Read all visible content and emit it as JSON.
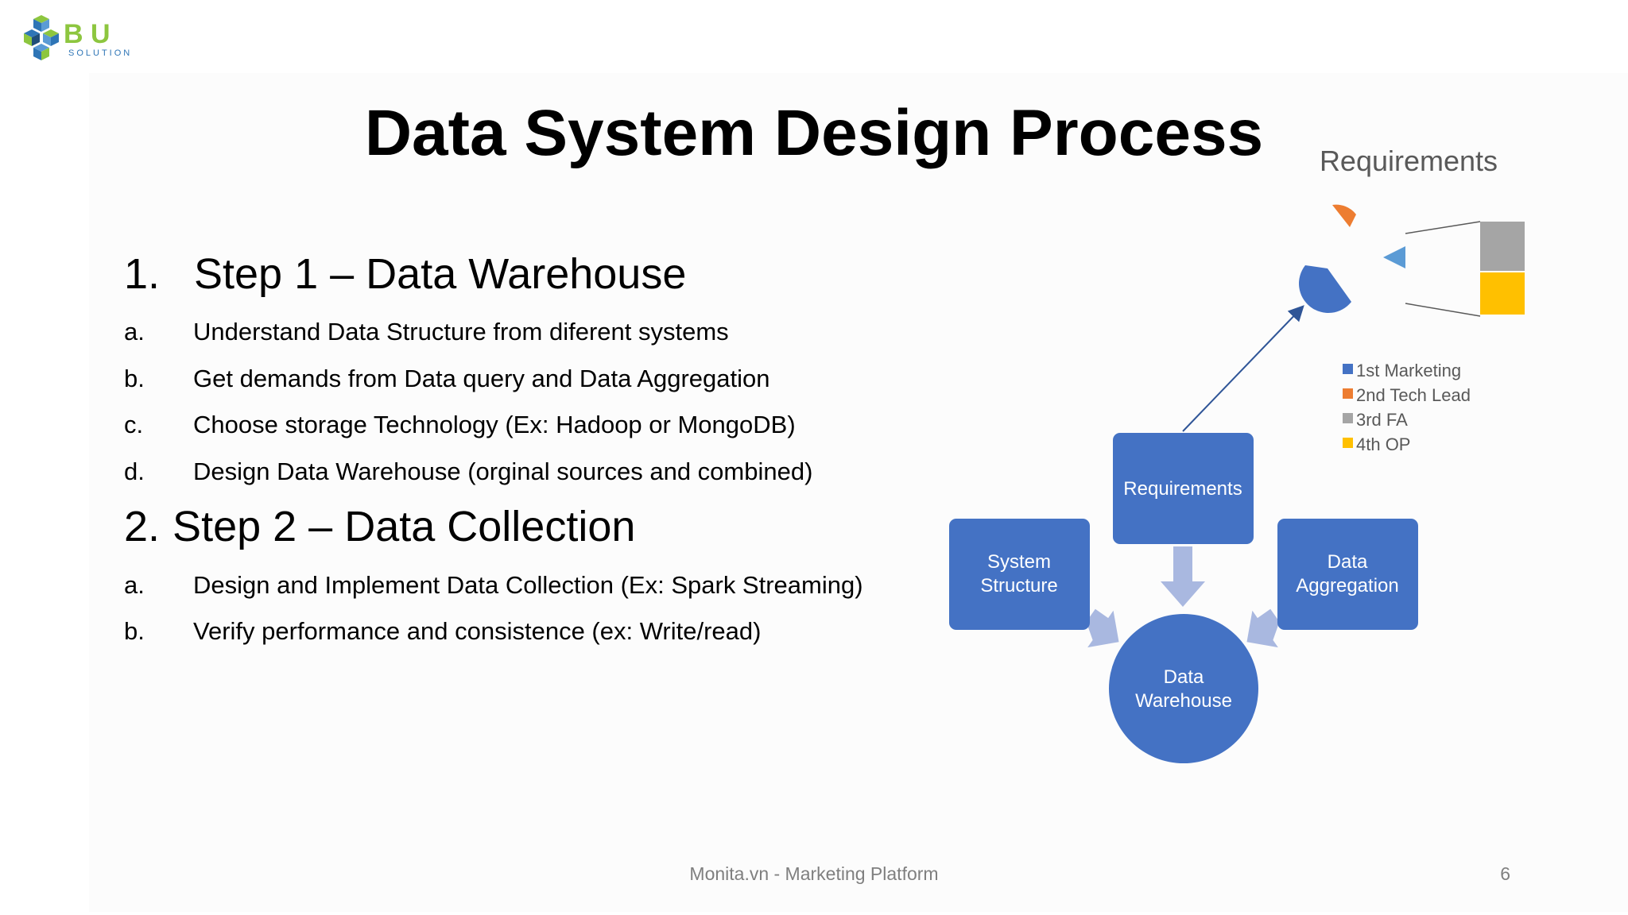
{
  "logo": {
    "text": "B U",
    "subtext": "SOLUTION"
  },
  "title": "Data System Design Process",
  "steps": [
    {
      "number": "1.",
      "heading": "Step 1 – Data Warehouse",
      "items": [
        {
          "letter": "a.",
          "text": "Understand Data Structure from diferent systems"
        },
        {
          "letter": "b.",
          "text": "Get demands from Data query and Data Aggregation"
        },
        {
          "letter": "c.",
          "text": "Choose storage Technology (Ex: Hadoop or MongoDB)"
        },
        {
          "letter": "d.",
          "text": "Design Data Warehouse (orginal sources and combined)"
        }
      ]
    },
    {
      "number": "2.",
      "heading": "Step 2 – Data Collection",
      "items": [
        {
          "letter": "a.",
          "text": "Design and Implement Data Collection (Ex: Spark Streaming)"
        },
        {
          "letter": "b.",
          "text": "Verify performance and consistence (ex: Write/read)"
        }
      ]
    }
  ],
  "diagram": {
    "requirements": "Requirements",
    "system_structure": [
      "System",
      "Structure"
    ],
    "data_aggregation": [
      "Data",
      "Aggregation"
    ],
    "data_warehouse": [
      "Data",
      "Warehouse"
    ],
    "node_color": "#4472C4",
    "arrow_color": "#A9B8E0"
  },
  "chart_data": {
    "type": "pie",
    "title": "Requirements",
    "legend": [
      "1st Marketing",
      "2nd Tech Lead",
      "3rd FA",
      "4th OP"
    ],
    "colors": [
      "#4472C4",
      "#ED7D31",
      "#A5A5A5",
      "#FFC000"
    ],
    "legend_position": "bottom-right"
  },
  "footer": {
    "text": "Monita.vn - Marketing Platform",
    "page": "6"
  }
}
